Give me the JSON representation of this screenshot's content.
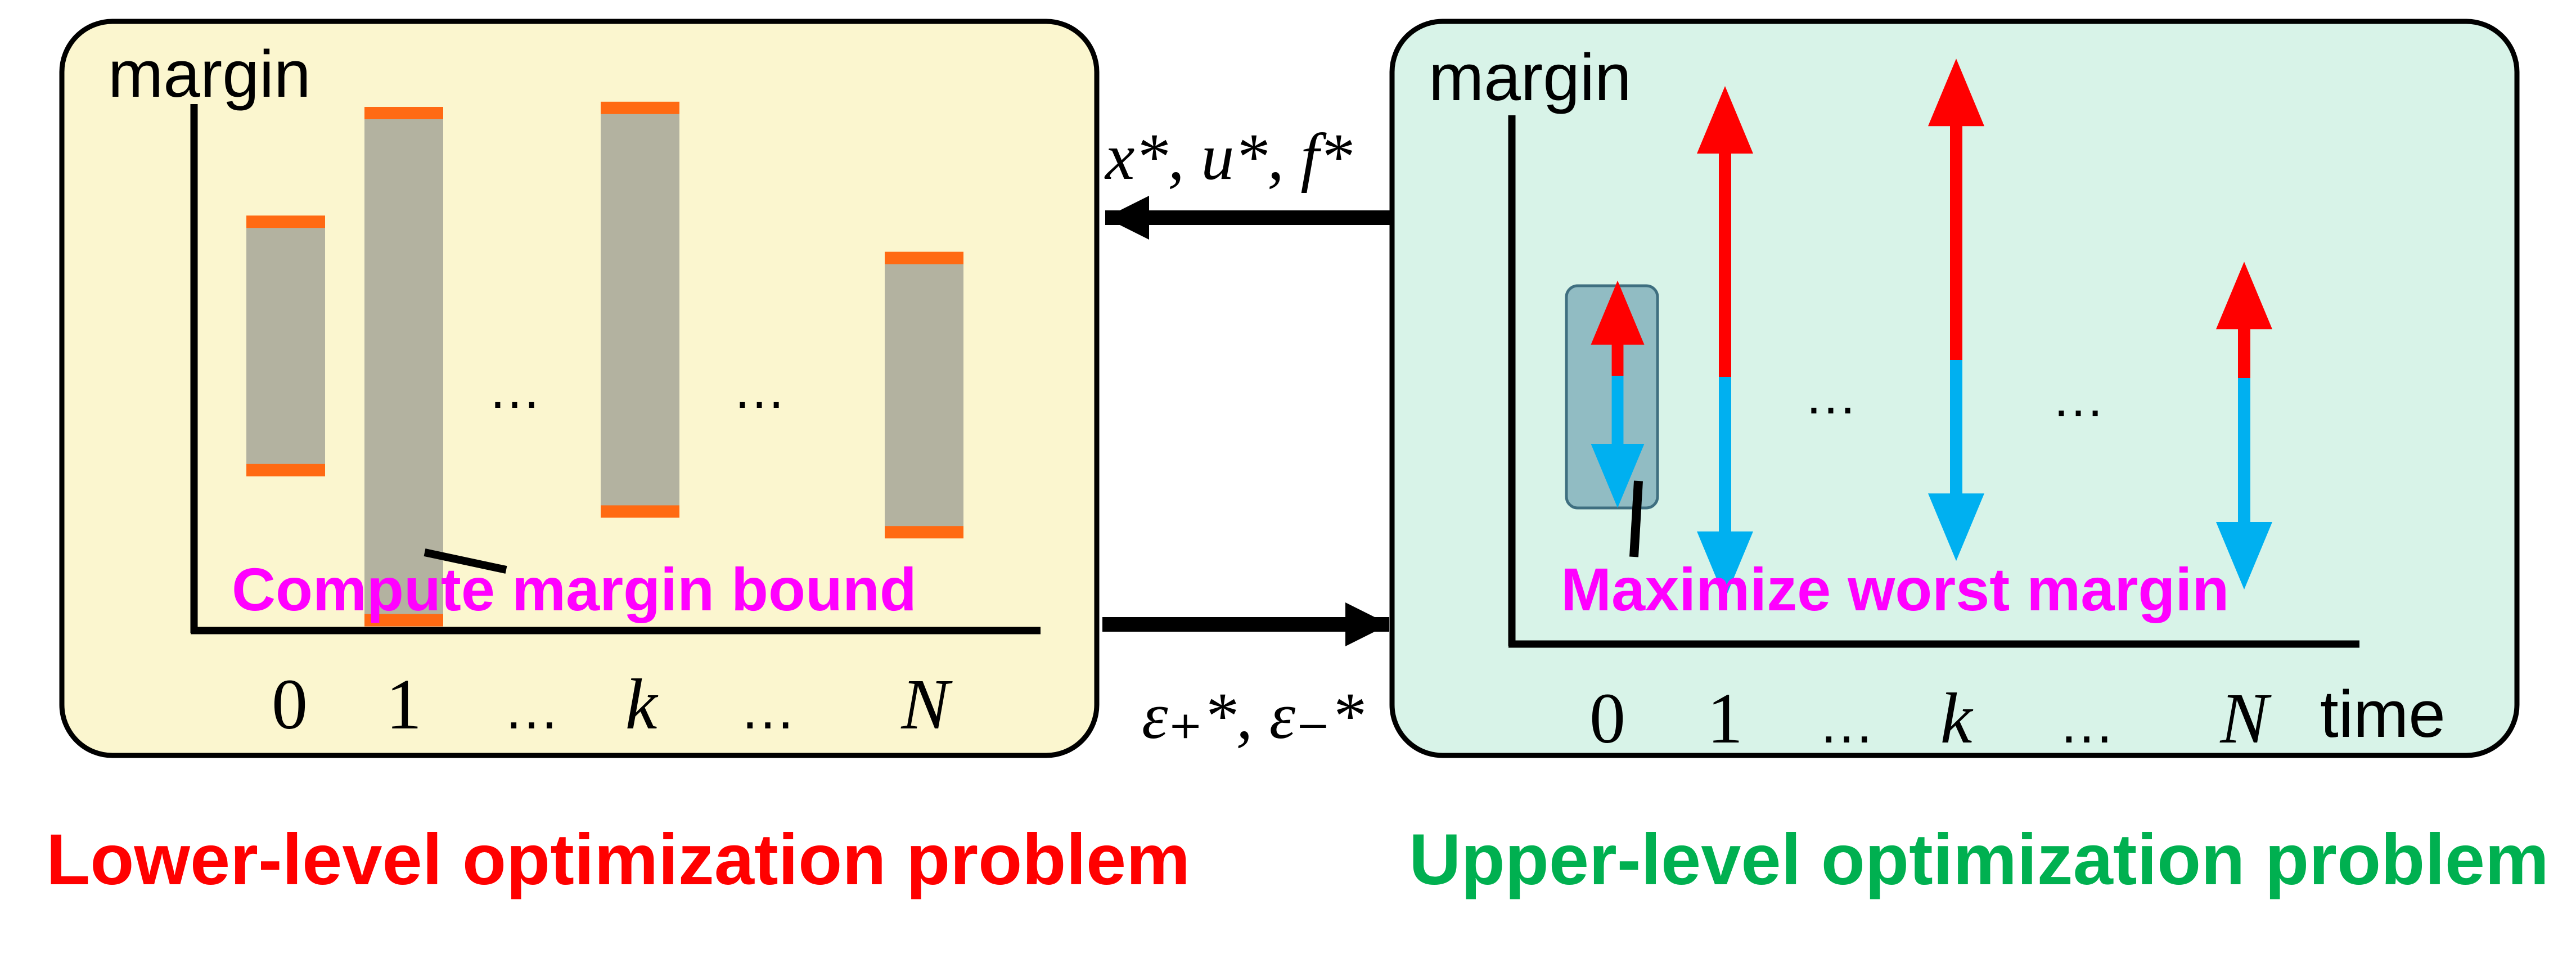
{
  "colors": {
    "left_panel_fill": "#fbf6cf",
    "right_panel_fill": "#d8f3e8",
    "bar_fill": "#b3b2a0",
    "bar_cap": "#ff6a13",
    "arrow_up": "#ff0000",
    "arrow_down": "#00b0f0",
    "highlight_box": "#7aa9b7",
    "annotation_text": "#ff00ff",
    "lower_title": "#ff0000",
    "upper_title": "#00b050",
    "ink": "#000000"
  },
  "left_panel": {
    "axis_label": "margin",
    "tick_labels": [
      "0",
      "1",
      "…",
      "k",
      "…",
      "N"
    ],
    "ellipsis_marks": [
      "…",
      "…"
    ],
    "annotation": "Compute margin bound",
    "bars": [
      {
        "index": "0",
        "upper": 0.79,
        "lower": 0.31
      },
      {
        "index": "1",
        "upper": 1.0,
        "lower": 0.02
      },
      {
        "index": "k",
        "upper": 1.01,
        "lower": 0.23
      },
      {
        "index": "N",
        "upper": 0.72,
        "lower": 0.19
      }
    ]
  },
  "right_panel": {
    "axis_label": "margin",
    "time_label": "time",
    "tick_labels": [
      "0",
      "1",
      "…",
      "k",
      "…",
      "N"
    ],
    "ellipsis_marks": [
      "…",
      "…"
    ],
    "annotation": "Maximize worst margin",
    "arrows": [
      {
        "index": "0",
        "up": 0.18,
        "down": 0.25,
        "highlighted": true
      },
      {
        "index": "1",
        "up": 0.55,
        "down": 0.42
      },
      {
        "index": "k",
        "up": 0.57,
        "down": 0.38
      },
      {
        "index": "N",
        "up": 0.22,
        "down": 0.4
      }
    ]
  },
  "flow": {
    "to_lower_label": "x*, u*, f*",
    "to_upper_label": "ε₊*, ε₋*"
  },
  "titles": {
    "lower": "Lower-level optimization problem",
    "upper": "Upper-level optimization problem"
  }
}
